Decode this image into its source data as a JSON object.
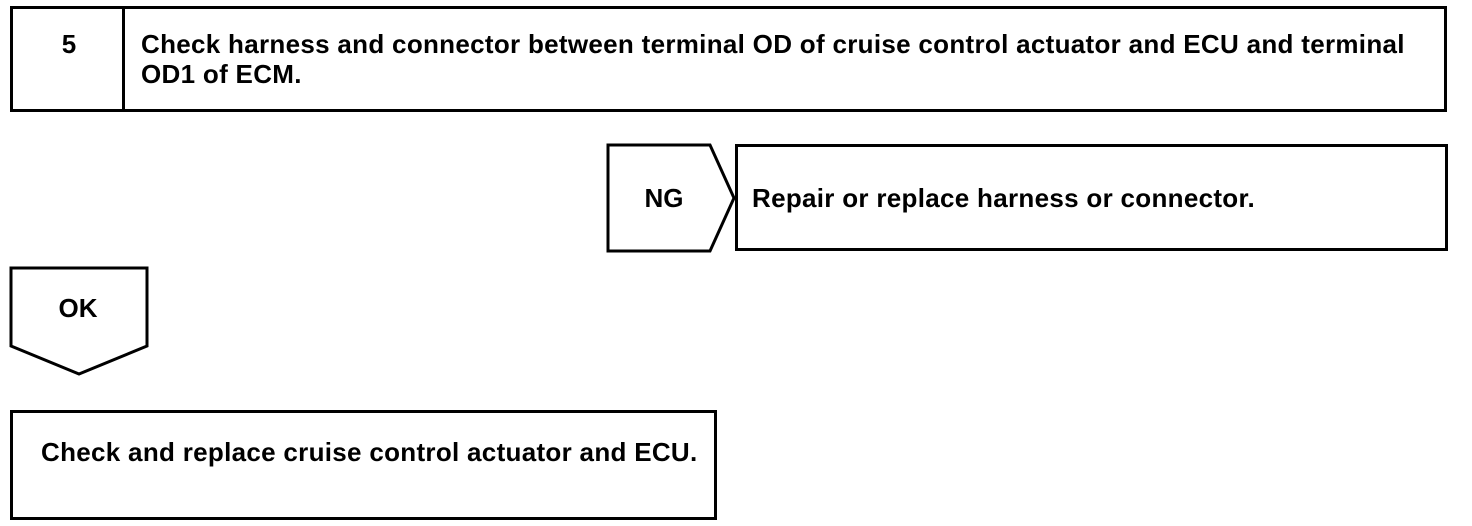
{
  "step": {
    "number": "5",
    "title": "Check harness and connector between terminal OD of cruise control actuator and ECU and terminal OD1 of ECM."
  },
  "ng_branch": {
    "label": "NG",
    "result": "Repair or replace harness or connector."
  },
  "ok_branch": {
    "label": "OK",
    "result": "Check and replace cruise control actuator and ECU."
  }
}
